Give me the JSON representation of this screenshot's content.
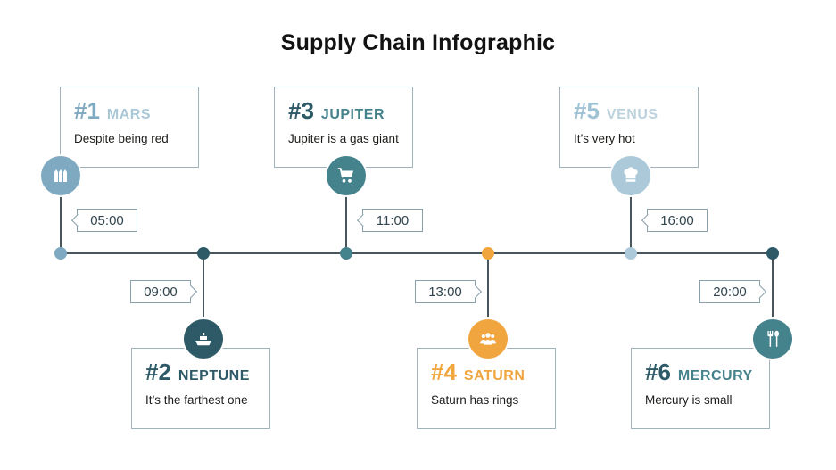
{
  "title": "Supply Chain Infographic",
  "style": {
    "line_color": "#47565c",
    "card_border": "#9fb3bc",
    "badge_border": "#8aa0ab",
    "badge_text": "#31454e",
    "title_color": "#121212",
    "description_color": "#1d1d1b"
  },
  "milestones": [
    {
      "number": "#1",
      "name": "MARS",
      "description": "Despite being red",
      "time": "05:00",
      "icon": "fence-icon",
      "number_color": "#7fa9c0",
      "name_color": "#a9c8d8",
      "circle_color": "#7fa9c0",
      "dot_color": "#7fa9c0"
    },
    {
      "number": "#2",
      "name": "NEPTUNE",
      "description": "It’s the farthest one",
      "time": "09:00",
      "icon": "ship-icon",
      "number_color": "#2e5a68",
      "name_color": "#2e5a68",
      "circle_color": "#2e5a68",
      "dot_color": "#2e5a68"
    },
    {
      "number": "#3",
      "name": "JUPITER",
      "description": "Jupiter is a gas giant",
      "time": "11:00",
      "icon": "cart-icon",
      "number_color": "#2e5a68",
      "name_color": "#44828c",
      "circle_color": "#44828c",
      "dot_color": "#44828c"
    },
    {
      "number": "#4",
      "name": "SATURN",
      "description": "Saturn has rings",
      "time": "13:00",
      "icon": "people-icon",
      "number_color": "#f0a53e",
      "name_color": "#f0a53e",
      "circle_color": "#f0a53e",
      "dot_color": "#f0a53e"
    },
    {
      "number": "#5",
      "name": "VENUS",
      "description": "It’s very hot",
      "time": "16:00",
      "icon": "chef-hat-icon",
      "number_color": "#9fc2d4",
      "name_color": "#bcd3de",
      "circle_color": "#abc9d9",
      "dot_color": "#abc9d9"
    },
    {
      "number": "#6",
      "name": "MERCURY",
      "description": "Mercury is small",
      "time": "20:00",
      "icon": "cutlery-icon",
      "number_color": "#2e5a68",
      "name_color": "#44828c",
      "circle_color": "#44828c",
      "dot_color": "#2e5a68"
    }
  ]
}
